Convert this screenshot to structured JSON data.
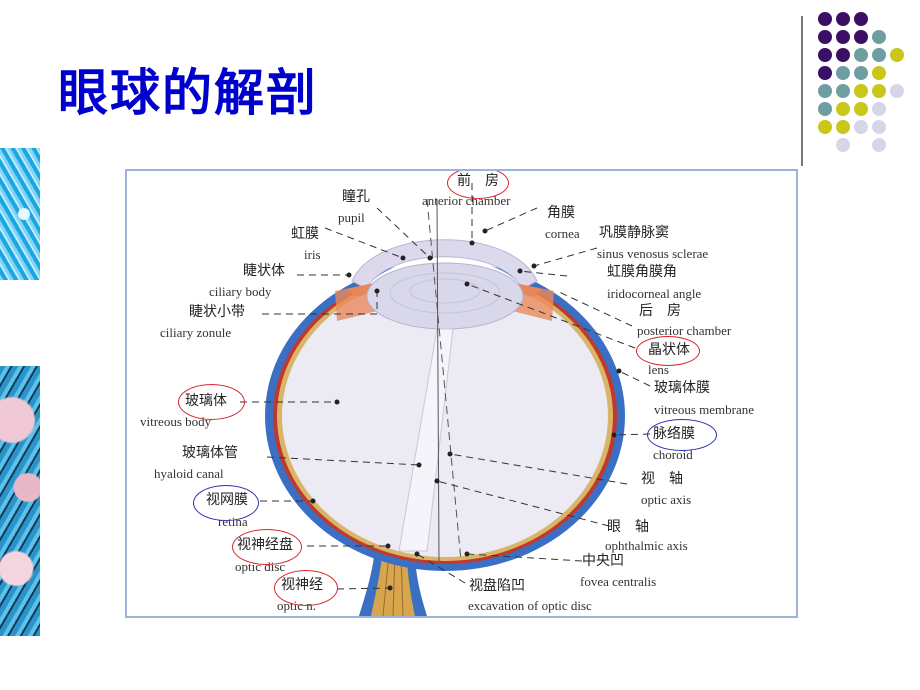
{
  "slide": {
    "title": "眼球的解剖",
    "title_color": "#0000cc",
    "decor": {
      "dot_colors": {
        "purple": "#3b0f63",
        "teal": "#6f9ea2",
        "yellow": "#c9c81a",
        "lavender": "#d6d6e9"
      },
      "dot_grid": [
        [
          "purple",
          "purple",
          "purple",
          null,
          null
        ],
        [
          "purple",
          "purple",
          "purple",
          "teal",
          null
        ],
        [
          "purple",
          "purple",
          "teal",
          "teal",
          "yellow"
        ],
        [
          "purple",
          "teal",
          "teal",
          "yellow",
          null
        ],
        [
          "teal",
          "teal",
          "yellow",
          "yellow",
          "lavender"
        ],
        [
          "teal",
          "yellow",
          "yellow",
          "lavender",
          null
        ],
        [
          "yellow",
          "yellow",
          "lavender",
          "lavender",
          null
        ],
        [
          null,
          "lavender",
          null,
          "lavender",
          null
        ]
      ],
      "left_images": [
        "blue-crystal-photo",
        "blue-pink-foliage-photo"
      ]
    }
  },
  "diagram": {
    "labels": {
      "anterior_chamber": {
        "zh": "前　房",
        "en": "anterior chamber",
        "circled": "red"
      },
      "pupil": {
        "zh": "瞳孔",
        "en": "pupil"
      },
      "iris": {
        "zh": "虹膜",
        "en": "iris"
      },
      "ciliary_body": {
        "zh": "睫状体",
        "en": "ciliary body"
      },
      "ciliary_zonule": {
        "zh": "睫状小带",
        "en": "ciliary zonule"
      },
      "cornea": {
        "zh": "角膜",
        "en": "cornea"
      },
      "sinus_venosus": {
        "zh": "巩膜静脉窦",
        "en": "sinus venosus sclerae"
      },
      "iridocorneal_angle": {
        "zh": "虹膜角膜角",
        "en": "iridocorneal angle"
      },
      "posterior_chamber": {
        "zh": "后　房",
        "en": "posterior chamber"
      },
      "lens": {
        "zh": "晶状体",
        "en": "lens",
        "circled": "red"
      },
      "vitreous_membrane": {
        "zh": "玻璃体膜",
        "en": "vitreous membrane"
      },
      "vitreous_body": {
        "zh": "玻璃体",
        "en": "vitreous body",
        "circled": "red"
      },
      "hyaloid_canal": {
        "zh": "玻璃体管",
        "en": "hyaloid canal"
      },
      "choroid": {
        "zh": "脉络膜",
        "en": "choroid",
        "circled": "blue"
      },
      "retina": {
        "zh": "视网膜",
        "en": "retina",
        "circled": "blue"
      },
      "optic_axis": {
        "zh": "视　轴",
        "en": "optic axis"
      },
      "ophthalmic_axis": {
        "zh": "眼　轴",
        "en": "ophthalmic axis"
      },
      "optic_disc": {
        "zh": "视神经盘",
        "en": "optic disc",
        "circled": "red"
      },
      "fovea": {
        "zh": "中央凹",
        "en": "fovea centralis"
      },
      "optic_nerve": {
        "zh": "视神经",
        "en": "optic n.",
        "circled": "red"
      },
      "excavation": {
        "zh": "视盘陷凹",
        "en": "excavation of optic disc"
      }
    },
    "colors": {
      "sclera": "#3a6fc4",
      "choroid": "#c0392b",
      "retina": "#d9b56a",
      "vitreous": "#eceaf3",
      "cornea": "#dcd9ec",
      "lens": "#d9d8ea",
      "optic_nerve": "#d6a54c",
      "frame": "#9fb3d9",
      "circle_red": "#d9252a",
      "circle_blue": "#2b2fb5"
    }
  }
}
